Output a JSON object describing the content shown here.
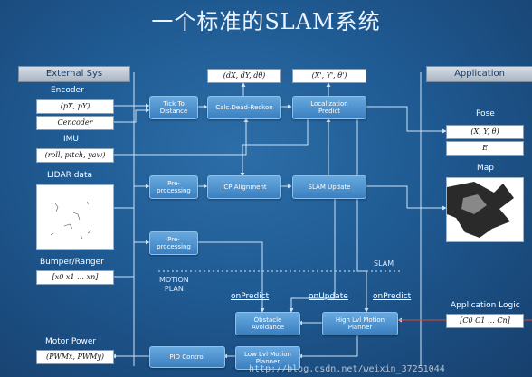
{
  "title": "一个标准的SLAM系统",
  "left": {
    "header": "External Sys",
    "encoder": {
      "label": "Encoder",
      "boxes": [
        "(pX, pY)",
        "Cencoder"
      ]
    },
    "imu": {
      "label": "IMU",
      "box": "(roll, pitch, yaw)"
    },
    "lidar": {
      "label": "LIDAR data"
    },
    "bumper": {
      "label": "Bumper/Ranger",
      "box": "[x0   x1   …   xn]"
    },
    "motor": {
      "label": "Motor Power",
      "box": "(PWMx, PWMy)"
    }
  },
  "right": {
    "header": "Application",
    "pose": {
      "label": "Pose",
      "boxes": [
        "(X, Y, θ)",
        "E"
      ]
    },
    "map": {
      "label": "Map"
    },
    "applogic": {
      "label": "Application Logic",
      "box": "[C0   C1   …   Cn]"
    }
  },
  "blocks": {
    "tick": "Tick To\nDistance",
    "calc": "Calc.Dead-Reckon",
    "loc": "Localization\nPredict",
    "pre1": "Pre-\nprocessing",
    "icp": "ICP Alignment",
    "slamupd": "SLAM Update",
    "pre2": "Pre-\nprocessing",
    "obstacle": "Obstacle\nAvoidance",
    "high": "High Lvl Motion\nPlanner",
    "pid": "PID Control",
    "low": "Low Lvl Motion\nPlanner"
  },
  "outputs": {
    "dxdy": "(dX, dY, dθ)",
    "xyp": "(X', Y', θ')"
  },
  "sections": {
    "slam": "SLAM",
    "motion": "MOTION\nPLAN"
  },
  "events": {
    "onpredict1": "onPredict",
    "onupdate": "onUpdate",
    "onpredict2": "onPredict"
  },
  "watermark": "http://blog.csdn.net/weixin_37251044",
  "colors": {
    "background": "#1f5a92",
    "block": "#4a90d0",
    "wire": "#cfe3f5"
  }
}
